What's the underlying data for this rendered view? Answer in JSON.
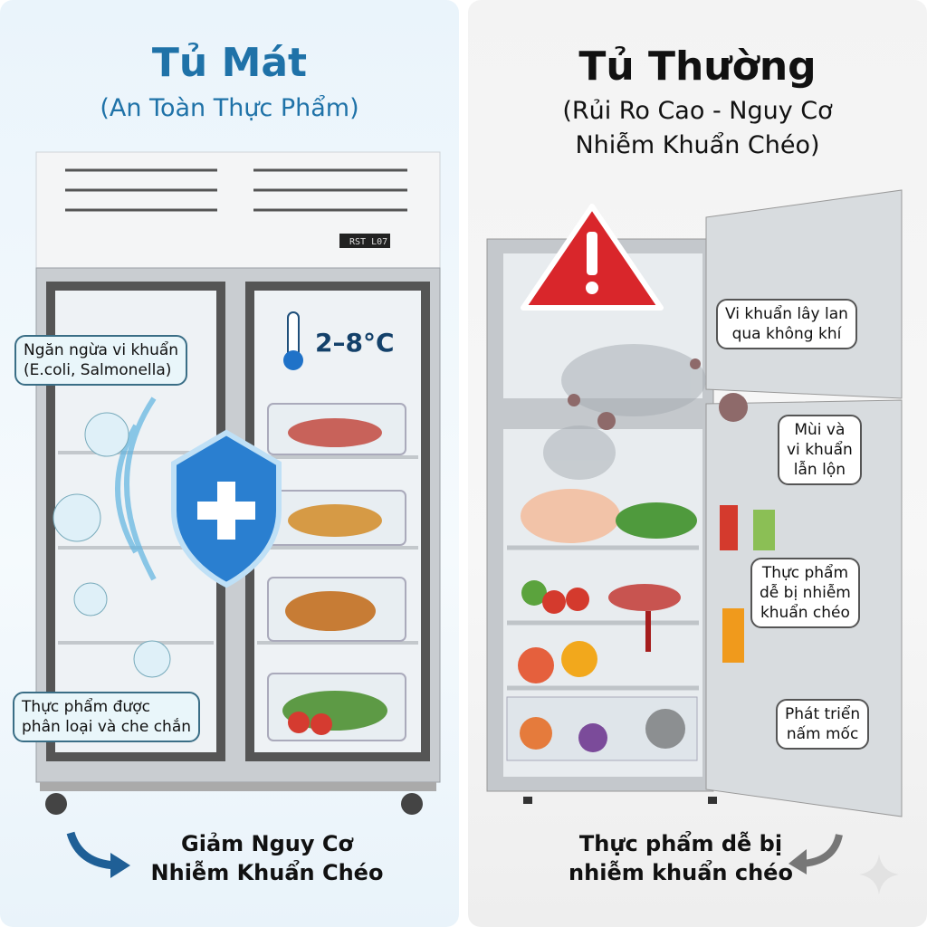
{
  "left": {
    "title": "Tủ Mát",
    "subtitle": "(An Toàn Thực Phẩm)",
    "display": "RST L07",
    "temperature": "2–8°C",
    "callouts": [
      "Ngăn ngừa vi khuẩn\n(E.coli, Salmonella)",
      "Thực phẩm được\nphân loại và che chắn"
    ],
    "footer": [
      "Giảm Nguy Cơ",
      "Nhiễm Khuẩn Chéo"
    ],
    "accent": "#1f72a8"
  },
  "right": {
    "title": "Tủ Thường",
    "subtitle": [
      "(Rủi Ro Cao - Nguy Cơ",
      "Nhiễm Khuẩn Chéo)"
    ],
    "callouts": [
      "Vi khuẩn lây lan\nqua không khí",
      "Mùi và\nvi khuẩn\nlẫn lộn",
      "Thực phẩm\ndễ bị nhiễm\nkhuẩn chéo",
      "Phát triển\nnấm mốc"
    ],
    "footer": [
      "Thực phẩm dễ bị",
      "nhiễm khuẩn chéo"
    ],
    "warning_color": "#d9262b"
  }
}
